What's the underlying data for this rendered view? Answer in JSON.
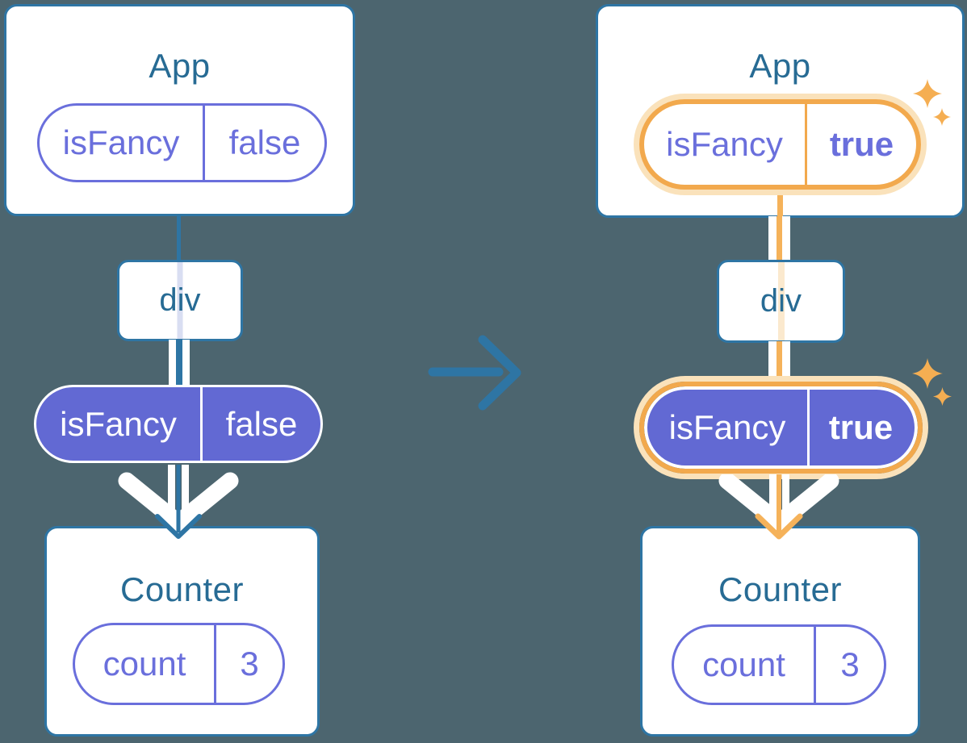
{
  "colors": {
    "background": "#4C656F",
    "card_border_blue": "#2E75A4",
    "title_ink": "#276B94",
    "purple_outline": "#6A6FDC",
    "purple_fill": "#6269D3",
    "orange_ring": "#F2A94D",
    "orange_glow": "#FAE2BB",
    "orange_line": "#F5B25A",
    "sparkle": "#F5AE52",
    "ghost_line_left": "#D9DEF2",
    "ghost_line_right": "#FBE9CE"
  },
  "left": {
    "app": {
      "title": "App",
      "prop_name": "isFancy",
      "prop_value": "false"
    },
    "div_label": "div",
    "passed_prop": {
      "name": "isFancy",
      "value": "false"
    },
    "counter": {
      "title": "Counter",
      "state_name": "count",
      "state_value": "3"
    }
  },
  "right": {
    "app": {
      "title": "App",
      "prop_name": "isFancy",
      "prop_value": "true"
    },
    "div_label": "div",
    "passed_prop": {
      "name": "isFancy",
      "value": "true"
    },
    "counter": {
      "title": "Counter",
      "state_name": "count",
      "state_value": "3"
    }
  }
}
